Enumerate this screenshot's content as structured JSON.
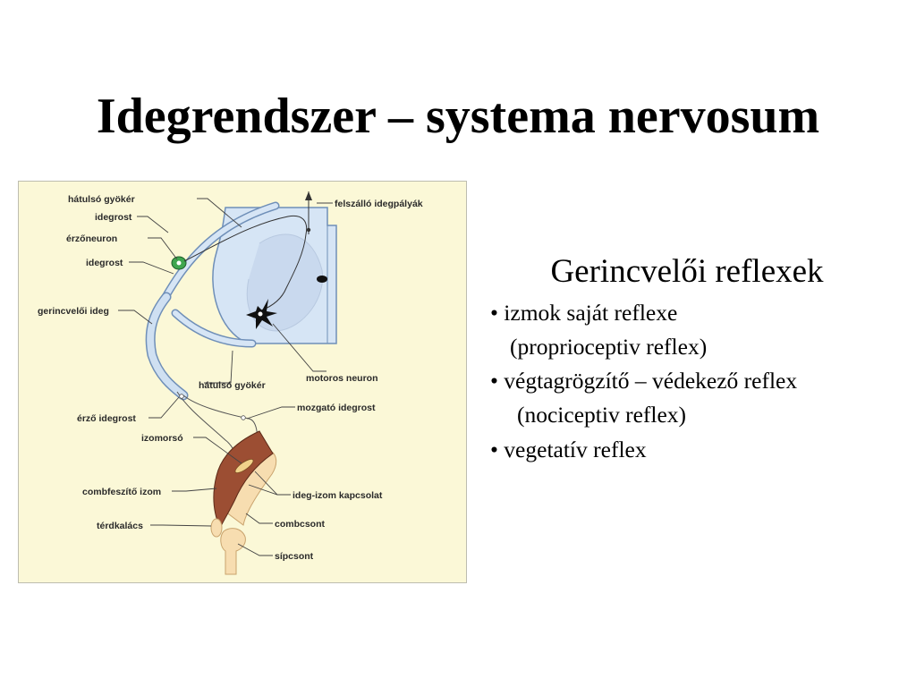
{
  "slide": {
    "title": "Idegrendszer – systema nervosum"
  },
  "figure": {
    "labels": {
      "hatulso_gyoker_top": "hátulsó gyökér",
      "idegrost_1": "idegrost",
      "erzoneuron": "érzőneuron",
      "idegrost_2": "idegrost",
      "gerincveloi_ideg": "gerincvelői ideg",
      "felszallo_idegpalyak": "felszálló idegpályák",
      "motoros_neuron": "motoros neuron",
      "hatulso_gyoker_bottom": "hátulsó gyökér",
      "erzo_idegrost": "érző idegrost",
      "mozgato_idegrost": "mozgató idegrost",
      "izomorso": "izomorsó",
      "combfeszito_izom": "combfeszítő izom",
      "ideg_izom_kapcsolat": "ideg-izom kapcsolat",
      "terdkalacs": "térdkalács",
      "combcsont": "combcsont",
      "sipcsont": "sípcsont"
    },
    "colors": {
      "background": "#fbf8d7",
      "spinal_cord": "#d6e5f5",
      "nerve": "#cfe0f2",
      "muscle": "#9c4e33",
      "bone": "#f7ddb0",
      "neuron": "#3fa64f"
    }
  },
  "panel": {
    "heading": "Gerincvelői reflexek",
    "bullets": [
      "• izmok saját reflexe",
      "(proprioceptiv reflex)",
      "• végtagrögzítő – védekező reflex",
      "(nociceptiv reflex)",
      "• vegetatív reflex"
    ]
  }
}
